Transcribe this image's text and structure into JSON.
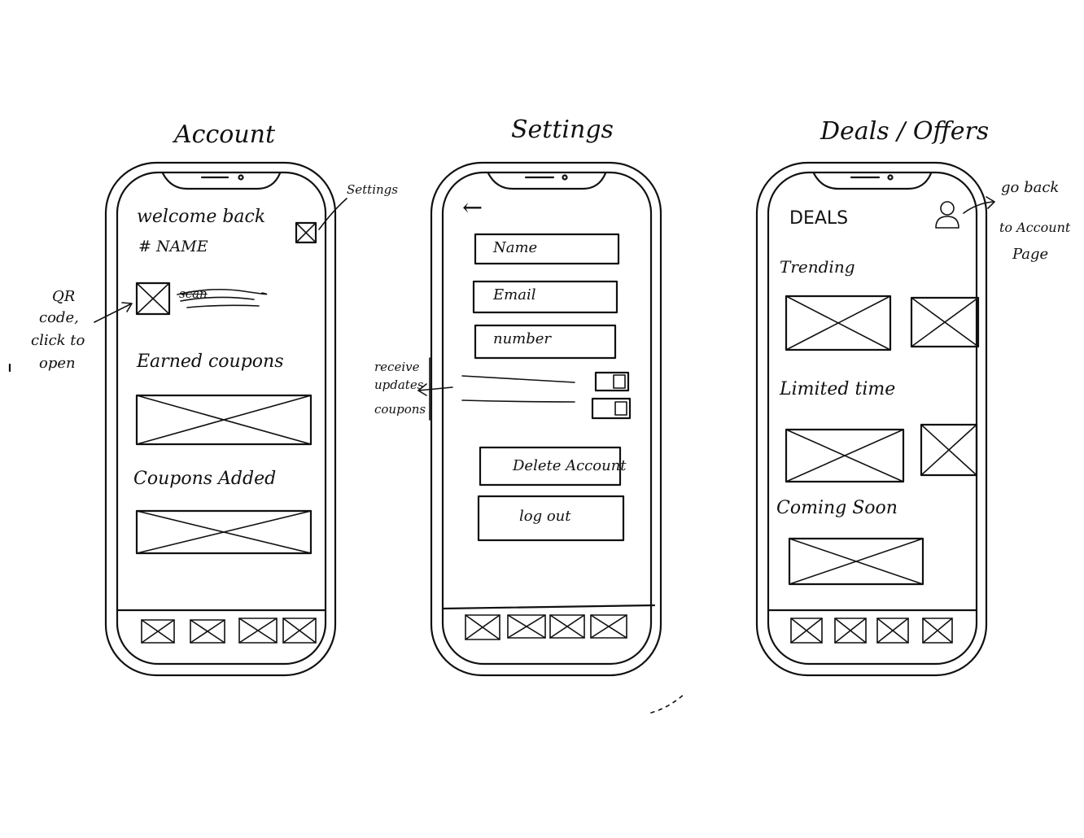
{
  "titles": {
    "account": "Account",
    "settings": "Settings",
    "deals": "Deals / Offers"
  },
  "account": {
    "welcome": "welcome back",
    "name": "# NAME",
    "scan_struck": "scan",
    "earned_coupons": "Earned coupons",
    "coupons_added": "Coupons Added"
  },
  "settings_screen": {
    "back_arrow": "←",
    "name_field": "Name",
    "email_field": "Email",
    "number_field": "number",
    "delete_account": "Delete Account",
    "log_out": "log out"
  },
  "deals_screen": {
    "heading": "DEALS",
    "trending": "Trending",
    "limited_time": "Limited time",
    "coming_soon": "Coming Soon"
  },
  "annotations": {
    "settings_note": "Settings",
    "qr_note_1": "QR",
    "qr_note_2": "code,",
    "qr_note_3": "click to",
    "qr_note_4": "open",
    "receive_1": "receive",
    "receive_2": "updates",
    "receive_3": "coupons",
    "go_back_1": "go back",
    "go_back_2": "to Account",
    "go_back_3": "Page"
  },
  "icons": {
    "settings": "gear-icon",
    "qr": "qr-code-icon",
    "back": "back-arrow-icon",
    "profile": "user-icon",
    "toggle": "toggle-icon",
    "placeholder": "image-placeholder-icon",
    "nav": "nav-tab-icon"
  }
}
